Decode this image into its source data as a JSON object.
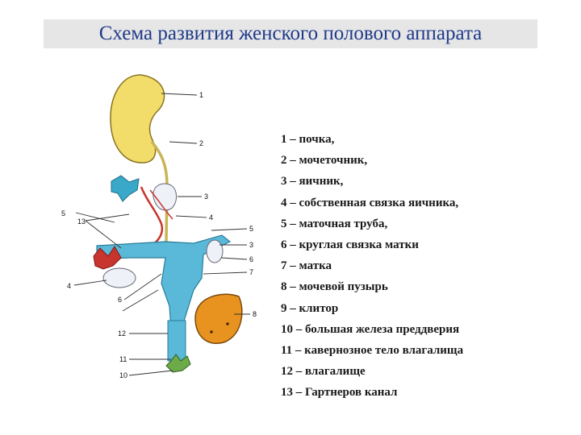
{
  "header": {
    "title": "Схема развития женского полового аппарата"
  },
  "diagram": {
    "callout_numbers": [
      "1",
      "2",
      "3",
      "4",
      "5",
      "3",
      "6",
      "7",
      "8",
      "5",
      "13",
      "4",
      "6",
      "12",
      "11",
      "10"
    ]
  },
  "legend": {
    "items": [
      "1 – почка,",
      "2 – мочеточник,",
      "3 – яичник,",
      "4 – собственная связка яичника,",
      "5 – маточная труба,",
      "6 – круглая связка матки",
      "7 – матка",
      "8 – мочевой пузырь",
      "9 – клитор",
      "10 – большая железа преддверия",
      "11 – кавернозное тело влагалища",
      "12 – влагалище",
      "13 – Гартнеров канал"
    ]
  }
}
